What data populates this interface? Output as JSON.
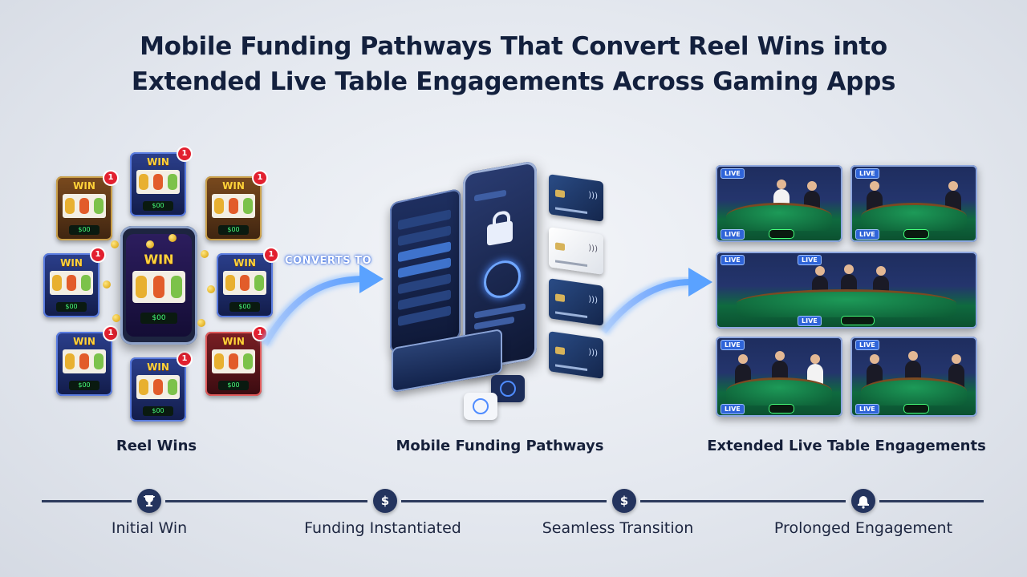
{
  "title": {
    "line1": "Mobile Funding Pathways That Convert Reel Wins into",
    "line2": "Extended Live Table Engagements Across Gaming Apps"
  },
  "slots": {
    "win_label": "WIN",
    "badge_count": "1",
    "screen_value": "$00"
  },
  "arrow_label": "CONVERTS TO",
  "live_badge": "LIVE",
  "stages": [
    {
      "label": "Reel Wins"
    },
    {
      "label": "Mobile Funding Pathways"
    },
    {
      "label": "Extended Live Table Engagements"
    }
  ],
  "timeline": [
    {
      "label": "Initial Win",
      "icon": "trophy-icon"
    },
    {
      "label": "Funding Instantiated",
      "icon": "dollar-icon"
    },
    {
      "label": "Seamless Transition",
      "icon": "dollar-icon"
    },
    {
      "label": "Prolonged Engagement",
      "icon": "bell-icon"
    }
  ],
  "colors": {
    "title": "#13203d",
    "accent_blue": "#3a78ff",
    "timeline": "#24345e",
    "table_green": "#0f6a3f"
  }
}
